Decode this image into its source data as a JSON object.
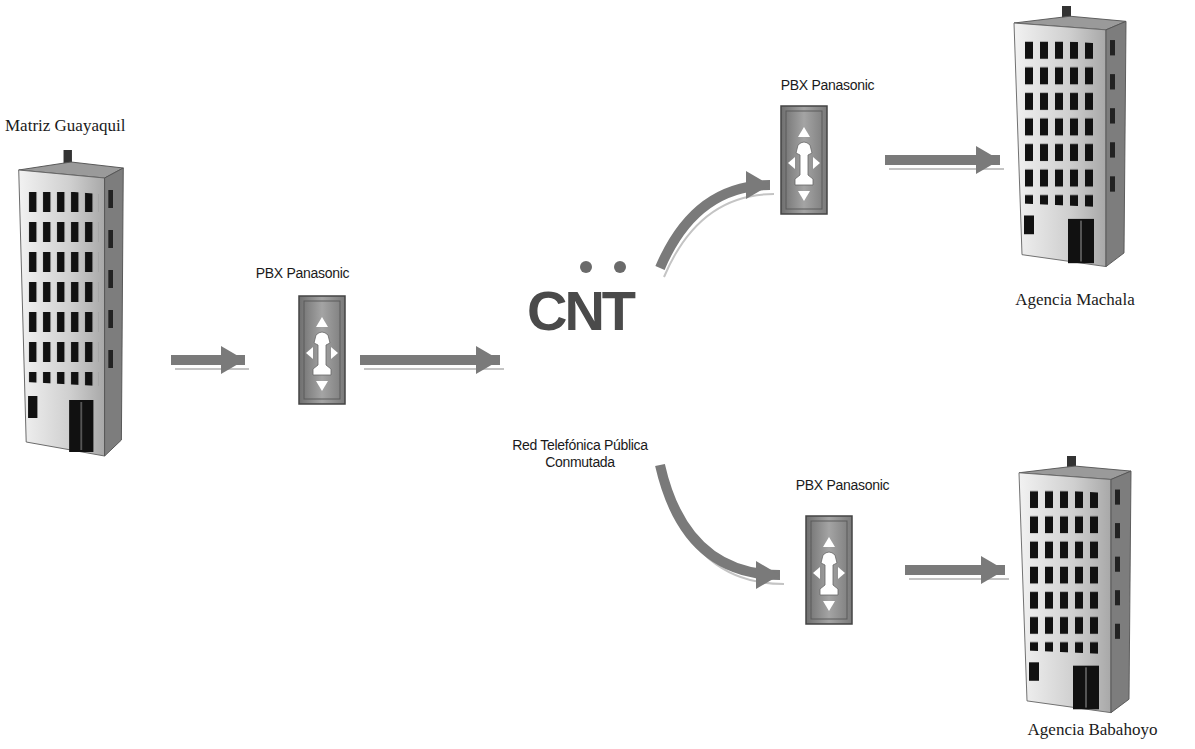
{
  "diagram": {
    "nodes": [
      {
        "text": [
          "Matriz Guayaquil"
        ]
      },
      {
        "text": [
          "PBX Panasonic"
        ]
      },
      {
        "text": [
          "CNT",
          "Red Telefónica Pública Conmutada"
        ]
      },
      {
        "text": [
          "PBX Panasonic"
        ]
      },
      {
        "text": [
          "Agencia Machala"
        ]
      },
      {
        "text": [
          "PBX Panasonic"
        ]
      },
      {
        "text": [
          "Agencia Babahoyo"
        ]
      }
    ],
    "edges": [
      {
        "from": 0,
        "to": 1,
        "arrow": "to"
      },
      {
        "from": 1,
        "to": 2,
        "arrow": "to"
      },
      {
        "from": 2,
        "to": 3,
        "arrow": "to"
      },
      {
        "from": 3,
        "to": 4,
        "arrow": "to"
      },
      {
        "from": 2,
        "to": 5,
        "arrow": "to"
      },
      {
        "from": 5,
        "to": 6,
        "arrow": "to"
      }
    ]
  }
}
